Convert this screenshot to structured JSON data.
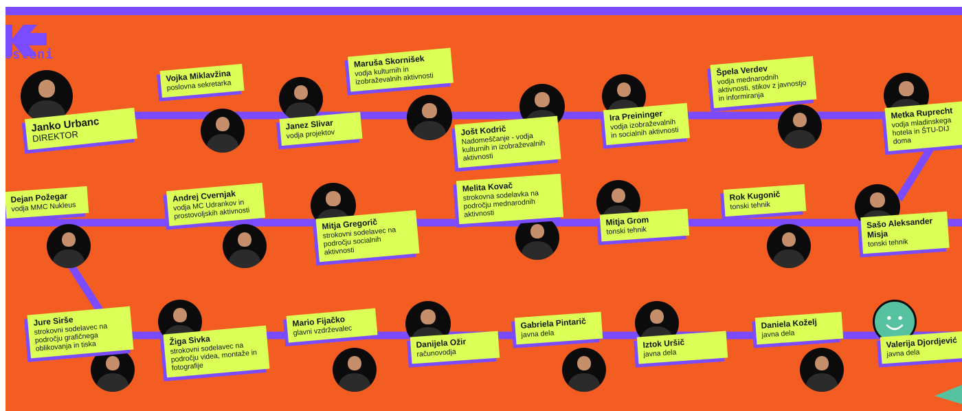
{
  "brand": {
    "logo_text": "osleni"
  },
  "colors": {
    "background": "#f45d22",
    "line": "#7b4bff",
    "card": "#dcff57",
    "photo": "#0b0b0b",
    "accent": "#56c2a0"
  },
  "staff": [
    {
      "name": "Janko Urbanc",
      "role": "DIREKTOR"
    },
    {
      "name": "Vojka Miklavžina",
      "role": "poslovna sekretarka"
    },
    {
      "name": "Janez Slivar",
      "role": "vodja projektov"
    },
    {
      "name": "Maruša Skornišek",
      "role": "vodja kulturnih in izobraževalnih aktivnosti"
    },
    {
      "name": "Jošt Kodrič",
      "role": "Nadomeščanje - vodja kulturnih in izobraževalnih aktivnosti"
    },
    {
      "name": "Ira Preininger",
      "role": "vodja izobraževalnih in socialnih aktivnosti"
    },
    {
      "name": "Špela Verdev",
      "role": "vodja mednarodnih aktivnosti, stikov z javnostjo in informiranja"
    },
    {
      "name": "Metka Ruprecht",
      "role": "vodja mladinskega hotela in ŠTU-DIJ doma"
    },
    {
      "name": "Dejan Požegar",
      "role": "vodja MMC Nukleus"
    },
    {
      "name": "Andrej Cvernjak",
      "role": "vodja MC Udrankov in prostovoljskih aktivnosti"
    },
    {
      "name": "Mitja Gregorič",
      "role": "strokovni sodelavec na področju socialnih aktivnosti"
    },
    {
      "name": "Melita Kovač",
      "role": "strokovna sodelavka na področju mednarodnih aktivnosti"
    },
    {
      "name": "Mitja Grom",
      "role": "tonski tehnik"
    },
    {
      "name": "Rok Kugonič",
      "role": "tonski tehnik"
    },
    {
      "name": "Sašo Aleksander Misja",
      "role": "tonski tehnik"
    },
    {
      "name": "Jure Sirše",
      "role": "strokovni sodelavec na področju grafičnega oblikovanja in tiska"
    },
    {
      "name": "Žiga Sivka",
      "role": "strokovni sodelavec na področju videa, montaže in fotografije"
    },
    {
      "name": "Mario Fijačko",
      "role": "glavni vzdrževalec"
    },
    {
      "name": "Danijela Ožir",
      "role": "računovodja"
    },
    {
      "name": "Gabriela Pintarič",
      "role": "javna dela"
    },
    {
      "name": "Iztok Uršič",
      "role": "javna dela"
    },
    {
      "name": "Daniela Koželj",
      "role": "javna dela"
    },
    {
      "name": "Valerija Djordjević",
      "role": "javna dela"
    }
  ]
}
